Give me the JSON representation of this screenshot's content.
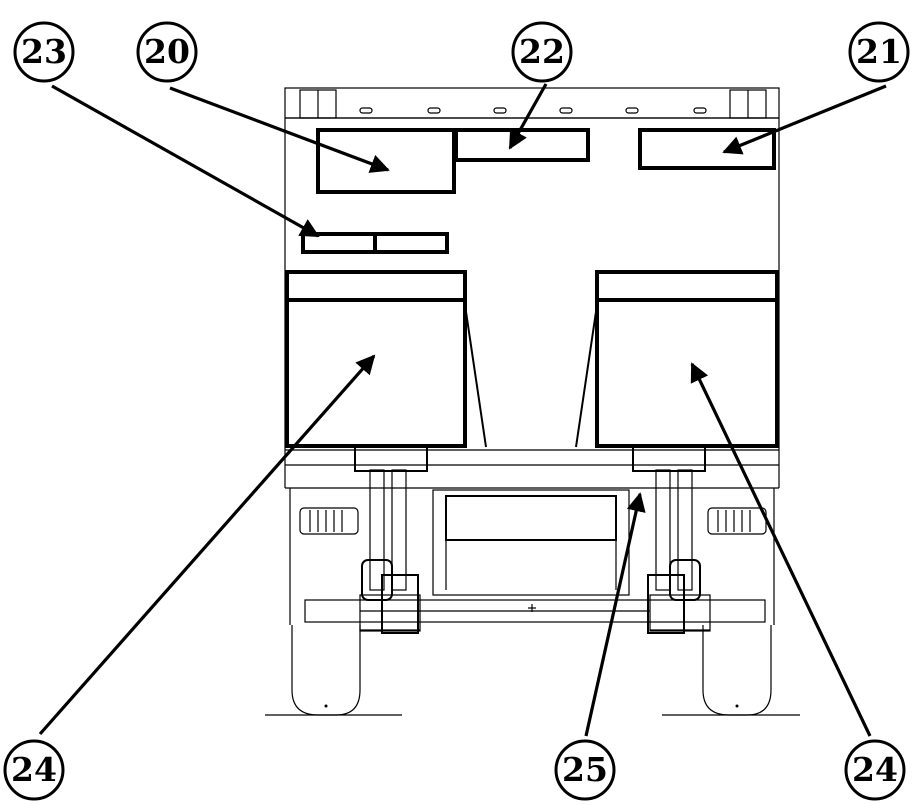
{
  "diagram": {
    "callouts": [
      {
        "id": "c23",
        "label": "23"
      },
      {
        "id": "c20",
        "label": "20"
      },
      {
        "id": "c22",
        "label": "22"
      },
      {
        "id": "c21",
        "label": "21"
      },
      {
        "id": "c24a",
        "label": "24"
      },
      {
        "id": "c25",
        "label": "25"
      },
      {
        "id": "c24b",
        "label": "24"
      }
    ]
  }
}
